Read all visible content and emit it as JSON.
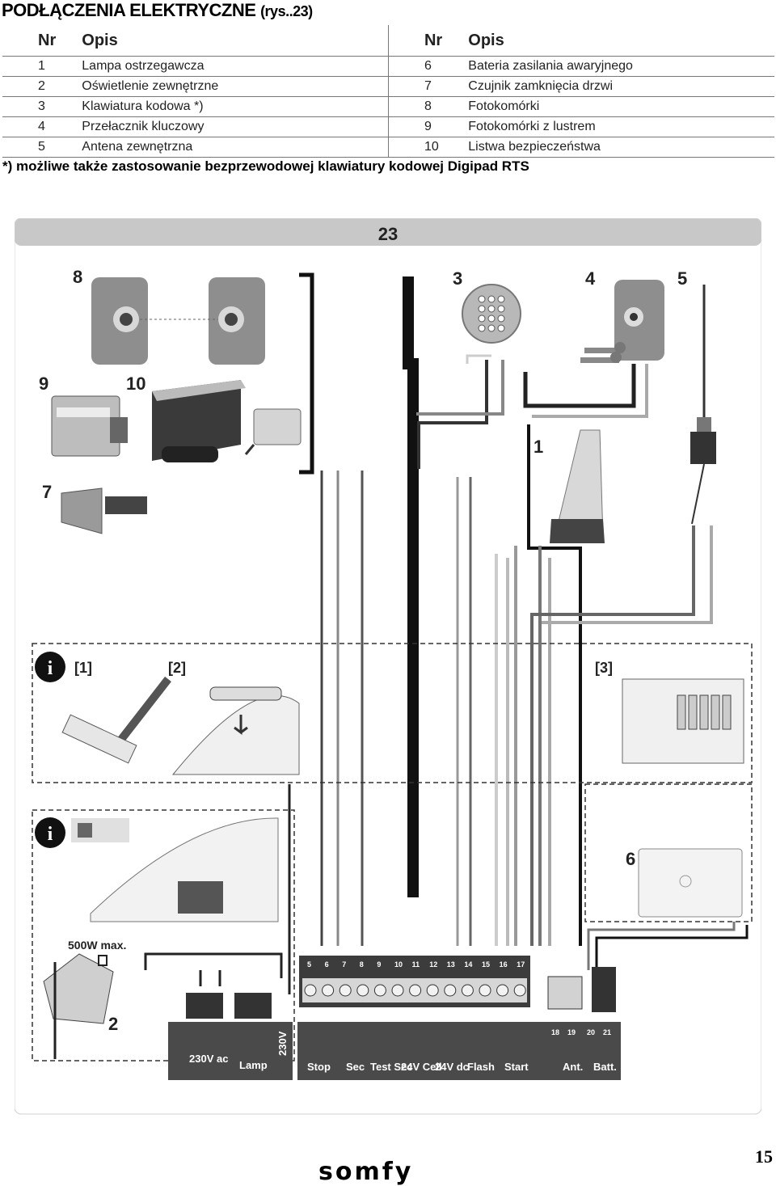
{
  "title": {
    "main": "PODŁĄCZENIA ELEKTRYCZNE",
    "ref": "(rys..23)"
  },
  "legend": {
    "col_nr": "Nr",
    "col_opis": "Opis",
    "rows": [
      {
        "nr1": "1",
        "opis1": "Lampa ostrzegawcza",
        "nr2": "6",
        "opis2": "Bateria zasilania awaryjnego"
      },
      {
        "nr1": "2",
        "opis1": "Oświetlenie zewnętrzne",
        "nr2": "7",
        "opis2": "Czujnik zamknięcia drzwi"
      },
      {
        "nr1": "3",
        "opis1": "Klawiatura kodowa *)",
        "nr2": "8",
        "opis2": "Fotokomórki"
      },
      {
        "nr1": "4",
        "opis1": "Przełacznik kluczowy",
        "nr2": "9",
        "opis2": "Fotokomórki z lustrem"
      },
      {
        "nr1": "5",
        "opis1": "Antena zewnętrzna",
        "nr2": "10",
        "opis2": "Listwa bezpieczeństwa"
      }
    ]
  },
  "note": "*) możliwe także zastosowanie bezprzewodowej klawiatury kodowej Digipad RTS",
  "figure": {
    "number": "23",
    "callouts": [
      "8",
      "3",
      "4",
      "5",
      "9",
      "10",
      "1",
      "7",
      "6",
      "2"
    ],
    "info_labels": [
      "[1]",
      "[2]",
      "[3]"
    ],
    "lamp_max": "500W max.",
    "terminals": [
      "5",
      "6",
      "7",
      "8",
      "9",
      "10",
      "11",
      "12",
      "13",
      "14",
      "15",
      "16",
      "17"
    ],
    "left_terminals": [
      "230V ac",
      "Lamp",
      "230V"
    ],
    "bottom_labels": [
      "Stop",
      "Sec",
      "Test Sec",
      "24V Cell",
      "24V dc",
      "Flash",
      "Start",
      "Ant.",
      "Batt."
    ],
    "right_nums": [
      "18",
      "19",
      "20",
      "21"
    ]
  },
  "page_number": "15",
  "brand": "somfy"
}
